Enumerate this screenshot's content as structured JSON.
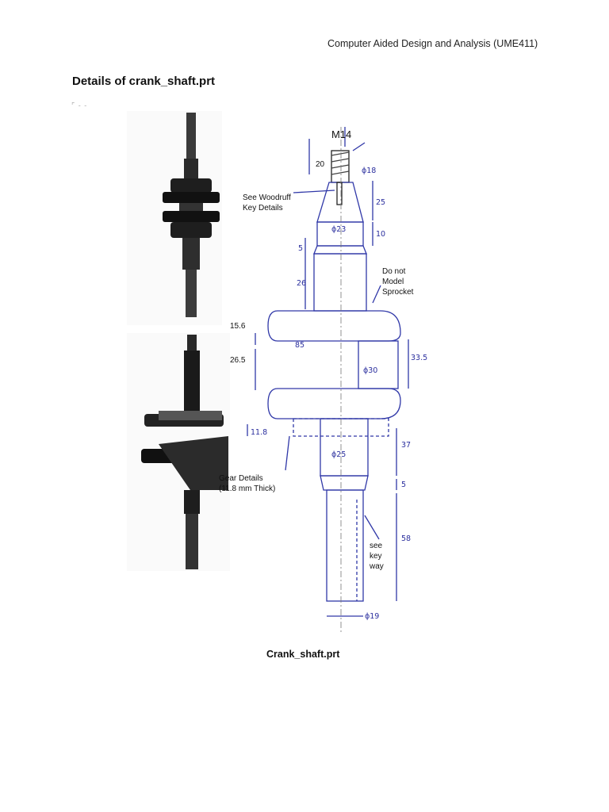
{
  "header": {
    "course": "Computer Aided Design and Analysis (UME411)"
  },
  "title": "Details of crank_shaft.prt",
  "caption": "Crank_shaft.prt",
  "drawing": {
    "labels": {
      "thread": "M14",
      "woodruff_1": "See Woodruff",
      "woodruff_2": "Key Details",
      "sprocket_1": "Do not",
      "sprocket_2": "Model",
      "sprocket_3": "Sprocket",
      "gear_1": "Gear Details",
      "gear_2": "(11.8 mm Thick)",
      "keyway_1": "see",
      "keyway_2": "key",
      "keyway_3": "way"
    },
    "dims": {
      "thread_len": "20",
      "dia_18": "ϕ18",
      "len_25": "25",
      "dia_23": "ϕ23",
      "len_10": "10",
      "len_5_top": "5",
      "len_26": "26",
      "web_thk": "15.6",
      "web_len": "85",
      "gap": "26.5",
      "pin_dia": "ϕ30",
      "pin_len": "33.5",
      "gear_ofs": "11.8",
      "len_37": "37",
      "dia_25": "ϕ25",
      "len_5_bot": "5",
      "len_58": "58",
      "dia_19": "ϕ19"
    }
  }
}
